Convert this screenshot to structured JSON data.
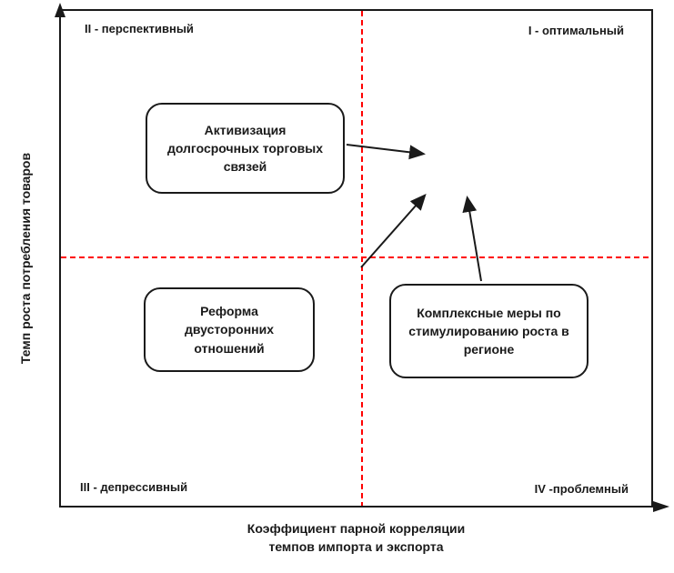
{
  "diagram": {
    "y_axis_label": "Темп роста потребления товаров",
    "x_axis_label_line1": "Коэффициент парной корреляции",
    "x_axis_label_line2": "темпов импорта и экспорта",
    "quadrants": {
      "top_left": "II - перспективный",
      "top_right": "I - оптимальный",
      "bottom_left": "III - депрессивный",
      "bottom_right": "IV -проблемный"
    },
    "boxes": [
      {
        "label": "Активизация долгосрочных торговых связей"
      },
      {
        "label": "Реформа двусторонних отношений"
      },
      {
        "label": "Комплексные меры по стимулированию роста в регионе"
      }
    ],
    "colors": {
      "divider": "#ff0000",
      "border": "#1a1a1a",
      "background": "#ffffff"
    }
  }
}
